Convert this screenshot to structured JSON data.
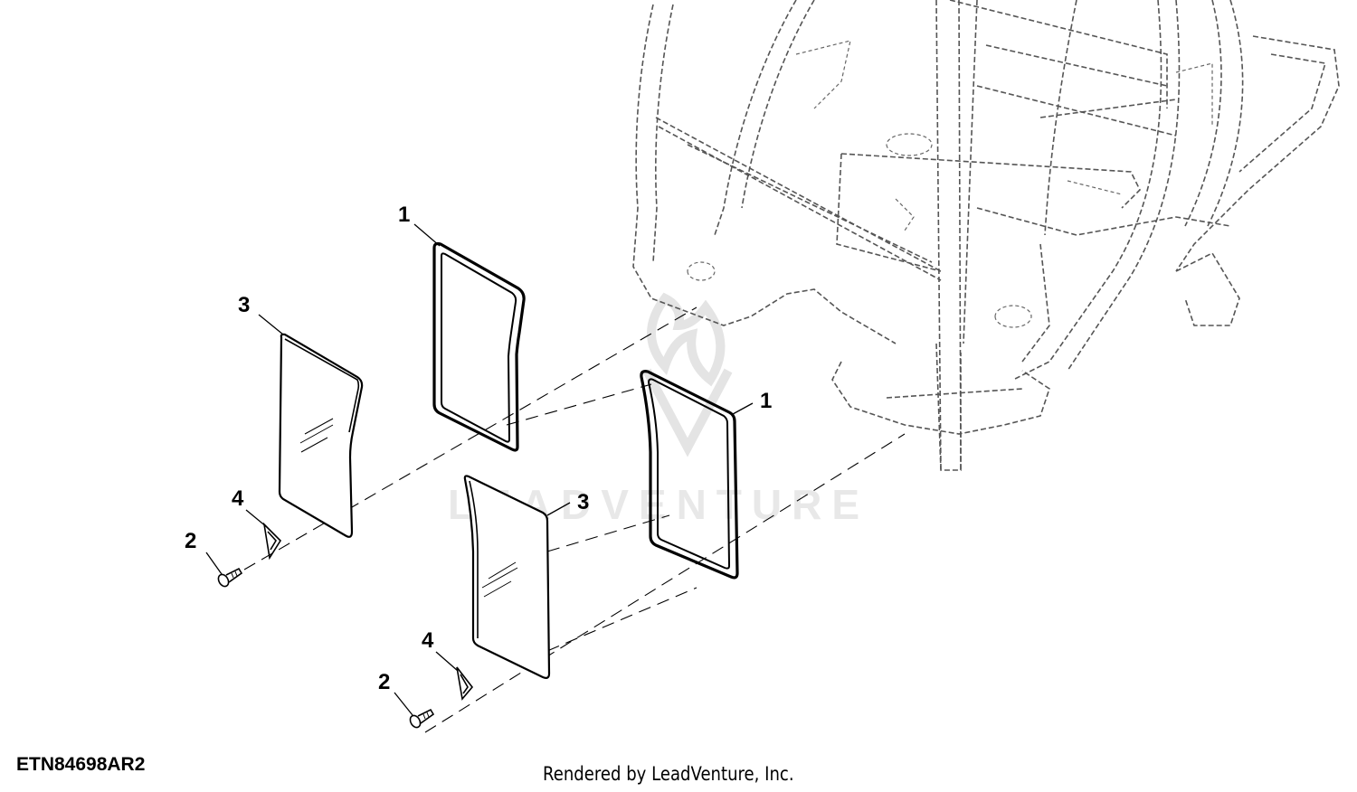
{
  "diagram": {
    "part_number": "ETN84698AR2",
    "footer": "Rendered by LeadVenture, Inc.",
    "watermark": "LEADVENTURE",
    "callouts": [
      {
        "id": "seal-left",
        "label": "1"
      },
      {
        "id": "seal-right",
        "label": "1"
      },
      {
        "id": "screw-left",
        "label": "2"
      },
      {
        "id": "screw-right",
        "label": "2"
      },
      {
        "id": "glass-left",
        "label": "3"
      },
      {
        "id": "glass-right",
        "label": "3"
      },
      {
        "id": "clip-left",
        "label": "4"
      },
      {
        "id": "clip-right",
        "label": "4"
      }
    ]
  }
}
